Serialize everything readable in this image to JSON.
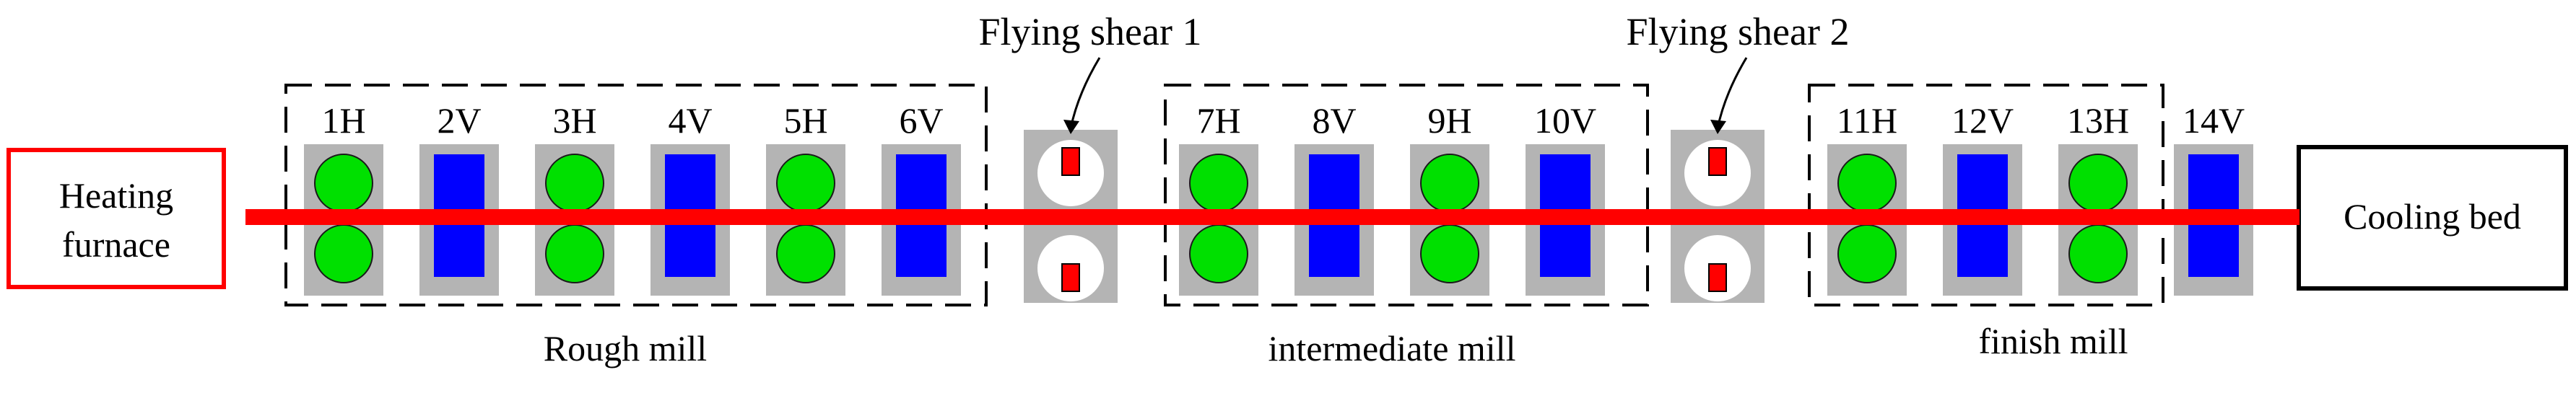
{
  "colors": {
    "background": "#ffffff",
    "horizontal_roll": "#00e000",
    "vertical_roll": "#0000ff",
    "stand_housing": "#b4b4b4",
    "billet_line": "#ff0000",
    "shear_blade": "#ff0000",
    "furnace_border": "#ff0000",
    "group_border": "#000000",
    "text": "#000000"
  },
  "heating_furnace": {
    "label_line1": "Heating",
    "label_line2": "furnace"
  },
  "cooling_bed": {
    "label": "Cooling bed"
  },
  "groups": [
    {
      "label": "Rough mill",
      "stands": [
        {
          "label": "1H",
          "type": "horizontal"
        },
        {
          "label": "2V",
          "type": "vertical"
        },
        {
          "label": "3H",
          "type": "horizontal"
        },
        {
          "label": "4V",
          "type": "vertical"
        },
        {
          "label": "5H",
          "type": "horizontal"
        },
        {
          "label": "6V",
          "type": "vertical"
        }
      ]
    },
    {
      "label": "intermediate mill",
      "stands": [
        {
          "label": "7H",
          "type": "horizontal"
        },
        {
          "label": "8V",
          "type": "vertical"
        },
        {
          "label": "9H",
          "type": "horizontal"
        },
        {
          "label": "10V",
          "type": "vertical"
        }
      ]
    },
    {
      "label": "finish mill",
      "stands": [
        {
          "label": "11H",
          "type": "horizontal"
        },
        {
          "label": "12V",
          "type": "vertical"
        },
        {
          "label": "13H",
          "type": "horizontal"
        },
        {
          "label": "14V",
          "type": "vertical"
        }
      ]
    }
  ],
  "shears": [
    {
      "label": "Flying shear 1"
    },
    {
      "label": "Flying shear 2"
    }
  ]
}
